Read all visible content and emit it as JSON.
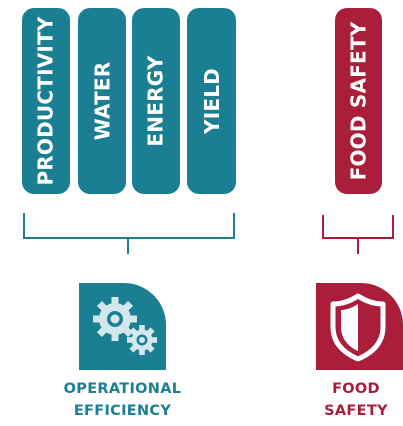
{
  "pillars": {
    "operational": [
      "PRODUCTIVITY",
      "WATER",
      "ENERGY",
      "YIELD"
    ],
    "food": [
      "FOOD SAFETY"
    ]
  },
  "categories": {
    "operational": {
      "line1": "OPERATIONAL",
      "line2": "EFFICIENCY",
      "icon": "gears-icon"
    },
    "food": {
      "line1": "FOOD",
      "line2": "SAFETY",
      "icon": "shield-icon"
    }
  },
  "colors": {
    "teal": "#1b7f93",
    "crimson": "#ab1e3a",
    "tile_light": "#d3e7ec"
  }
}
